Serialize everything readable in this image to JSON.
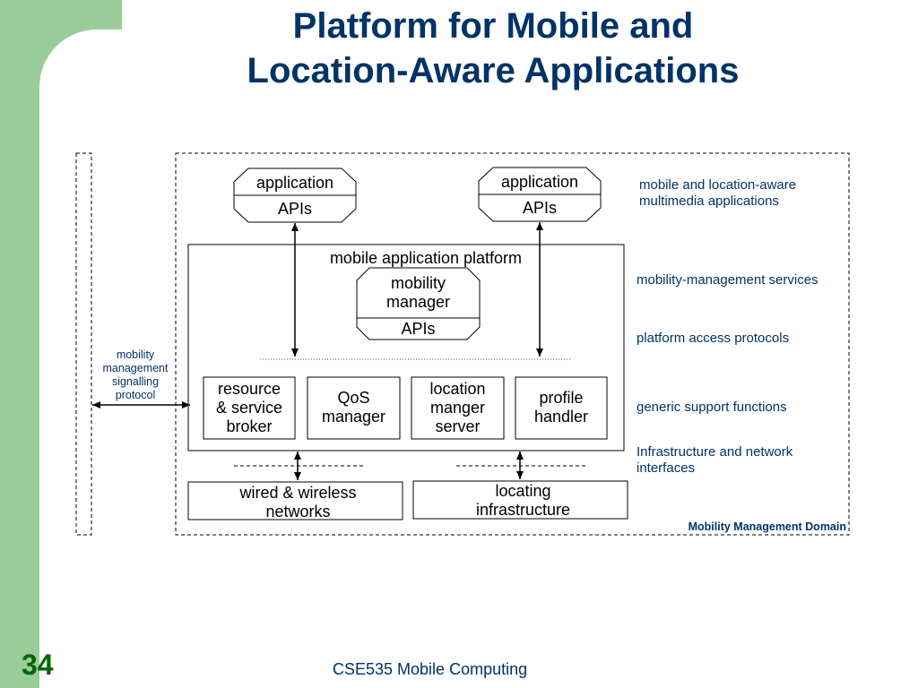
{
  "slide": {
    "title_line1": "Platform for Mobile and",
    "title_line2": "Location-Aware Applications",
    "page_number": "34",
    "footer": "CSE535 Mobile Computing"
  },
  "diagram": {
    "app_left": {
      "top": "application",
      "bottom": "APIs"
    },
    "app_right": {
      "top": "application",
      "bottom": "APIs"
    },
    "platform_title": "mobile application platform",
    "mobility_manager": {
      "line1": "mobility",
      "line2": "manager",
      "apis": "APIs"
    },
    "support_boxes": [
      {
        "lines": [
          "resource",
          "& service",
          "broker"
        ]
      },
      {
        "lines": [
          "QoS",
          "manager"
        ]
      },
      {
        "lines": [
          "location",
          "manger",
          "server"
        ]
      },
      {
        "lines": [
          "profile",
          "handler"
        ]
      }
    ],
    "networks": {
      "line1": "wired & wireless",
      "line2": "networks"
    },
    "locating": {
      "line1": "locating",
      "line2": "infrastructure"
    },
    "left_protocol": {
      "lines": [
        "mobility",
        "management",
        "signalling",
        "protocol"
      ]
    },
    "layer_labels": {
      "applications_line1": "mobile and location-aware",
      "applications_line2": "multimedia applications",
      "services": "mobility-management services",
      "access": "platform access protocols",
      "generic": "generic support functions",
      "infra_line1": "Infrastructure and network",
      "infra_line2": "interfaces"
    },
    "domain_label": "Mobility Management Domain"
  },
  "colors": {
    "sidebar": "#99cc99",
    "title": "#003366",
    "page_number": "#006600"
  }
}
